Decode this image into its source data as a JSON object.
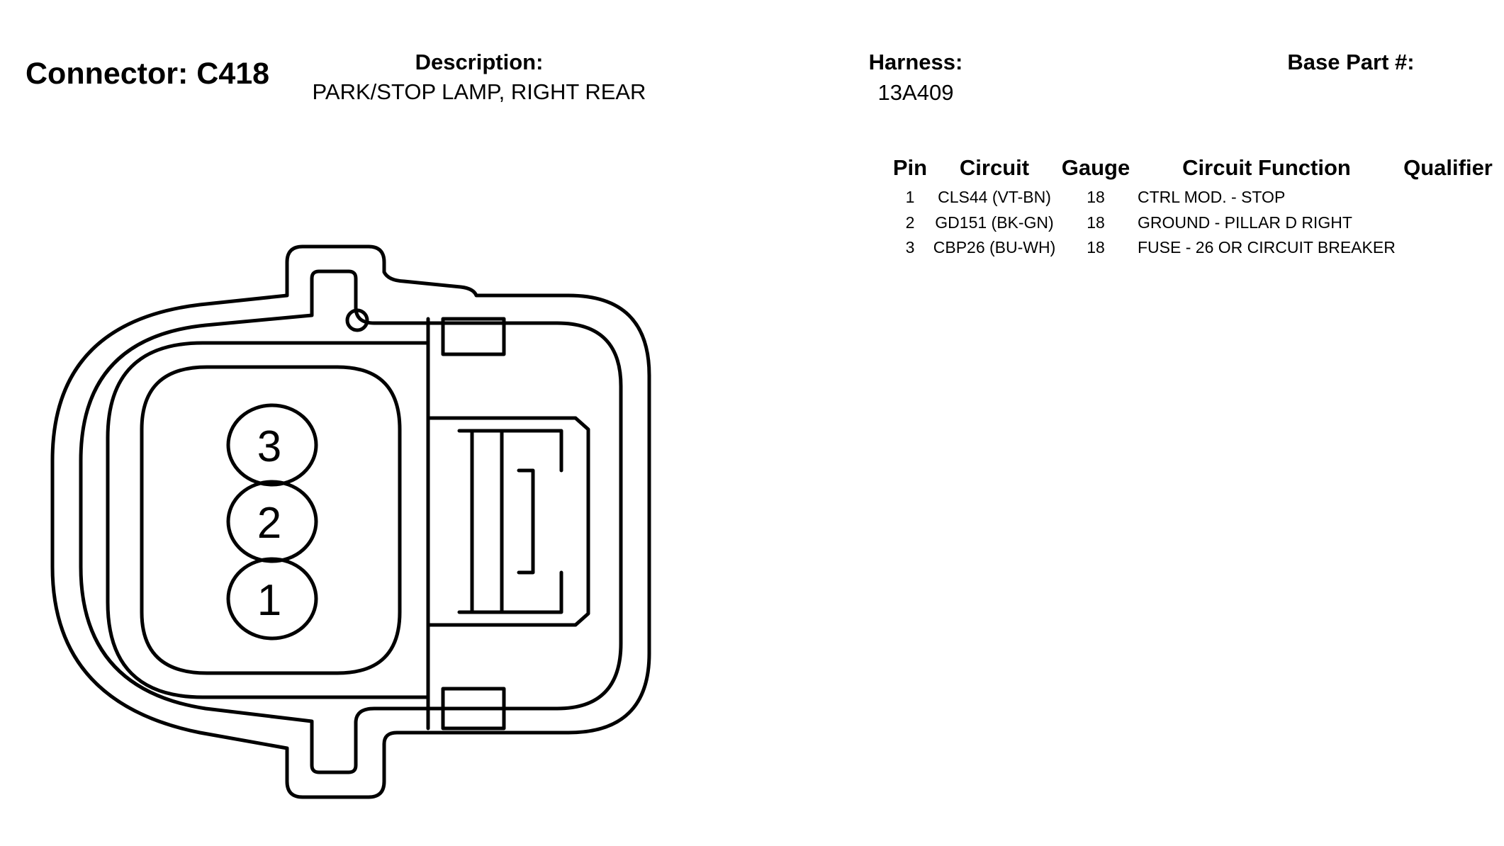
{
  "header": {
    "connector": "Connector: C418",
    "description_label": "Description:",
    "description_value": "PARK/STOP LAMP, RIGHT REAR",
    "harness_label": "Harness:",
    "harness_value": "13A409",
    "base_part_label": "Base Part #:"
  },
  "table": {
    "columns": [
      "Pin",
      "Circuit",
      "Gauge",
      "Circuit Function",
      "Qualifier"
    ],
    "rows": [
      {
        "pin": "1",
        "circuit": "CLS44 (VT-BN)",
        "gauge": "18",
        "function": "CTRL MOD. - STOP",
        "qualifier": ""
      },
      {
        "pin": "2",
        "circuit": "GD151 (BK-GN)",
        "gauge": "18",
        "function": "GROUND - PILLAR D RIGHT",
        "qualifier": ""
      },
      {
        "pin": "3",
        "circuit": "CBP26 (BU-WH)",
        "gauge": "18",
        "function": "FUSE - 26 OR CIRCUIT BREAKER",
        "qualifier": ""
      }
    ]
  },
  "diagram": {
    "pins": [
      "3",
      "2",
      "1"
    ]
  }
}
